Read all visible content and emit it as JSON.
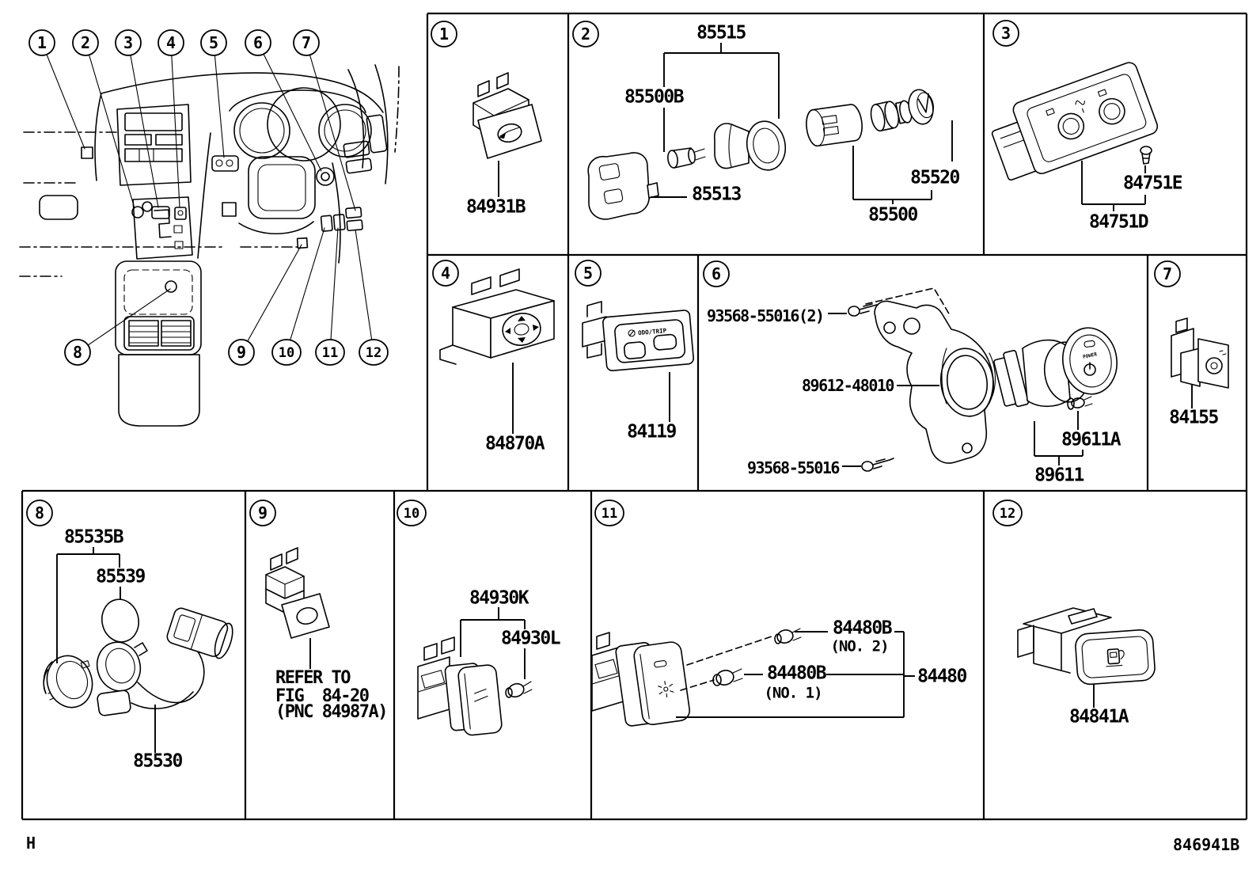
{
  "footer": {
    "left": "H",
    "doc_code": "846941B"
  },
  "overview": {
    "callouts": [
      "1",
      "2",
      "3",
      "4",
      "5",
      "6",
      "7",
      "8",
      "9",
      "10",
      "11",
      "12"
    ]
  },
  "cells": {
    "c1": {
      "num": "1",
      "parts": {
        "switch": "84931B"
      }
    },
    "c2": {
      "num": "2",
      "parts": {
        "socket_assy": "85515",
        "bulb": "85500B",
        "retainer": "85513",
        "plug": "85520",
        "lighter_assy": "85500"
      }
    },
    "c3": {
      "num": "3",
      "parts": {
        "screw": "84751E",
        "switch": "84751D"
      }
    },
    "c4": {
      "num": "4",
      "parts": {
        "switch": "84870A"
      }
    },
    "c5": {
      "num": "5",
      "parts": {
        "switch": "84119"
      },
      "face_text": "ODO/TRIP"
    },
    "c6": {
      "num": "6",
      "parts": {
        "screw_upper": "93568-55016(2)",
        "bracket": "89612-48010",
        "screw_lower": "93568-55016",
        "bulb": "89611A",
        "switch": "89611"
      },
      "face_text": "POWER"
    },
    "c7": {
      "num": "7",
      "parts": {
        "switch": "84155"
      }
    },
    "c8": {
      "num": "8",
      "parts": {
        "socket_assy": "85535B",
        "cap": "85539",
        "outlet": "85530"
      }
    },
    "c9": {
      "num": "9",
      "note": [
        "REFER TO",
        "FIG  84-20",
        "(PNC 84987A)"
      ]
    },
    "c10": {
      "num": "10",
      "parts": {
        "switch": "84930K",
        "bulb": "84930L"
      }
    },
    "c11": {
      "num": "11",
      "parts": {
        "bulb_no2": "84480B",
        "bulb_no2_note": "(NO. 2)",
        "bulb_no1": "84480B",
        "bulb_no1_note": "(NO. 1)",
        "switch_assy": "84480"
      }
    },
    "c12": {
      "num": "12",
      "parts": {
        "switch": "84841A"
      }
    }
  }
}
